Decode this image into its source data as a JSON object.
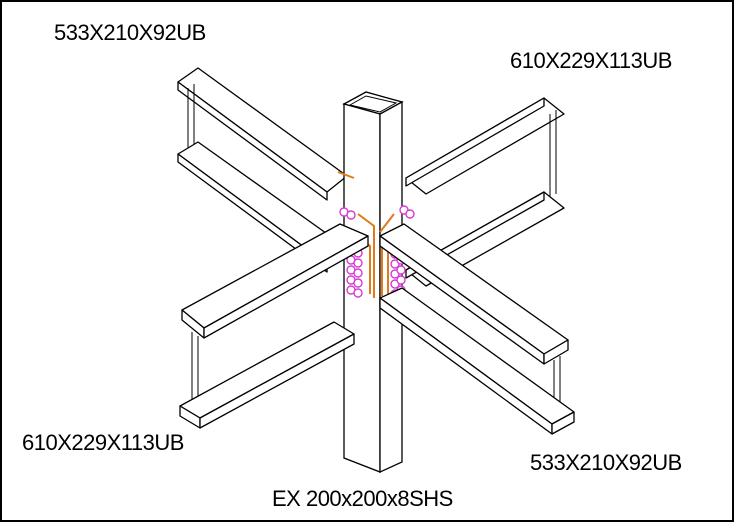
{
  "labels": {
    "top_left_beam": "533X210X92UB",
    "top_right_beam": "610X229X113UB",
    "bottom_left_beam": "610X229X113UB",
    "bottom_right_beam": "533X210X92UB",
    "column": "EX 200x200x8SHS"
  },
  "colors": {
    "outline": "#000000",
    "end_plate": "#e07a1a",
    "bolts": "#d63ad6",
    "background": "#ffffff"
  }
}
